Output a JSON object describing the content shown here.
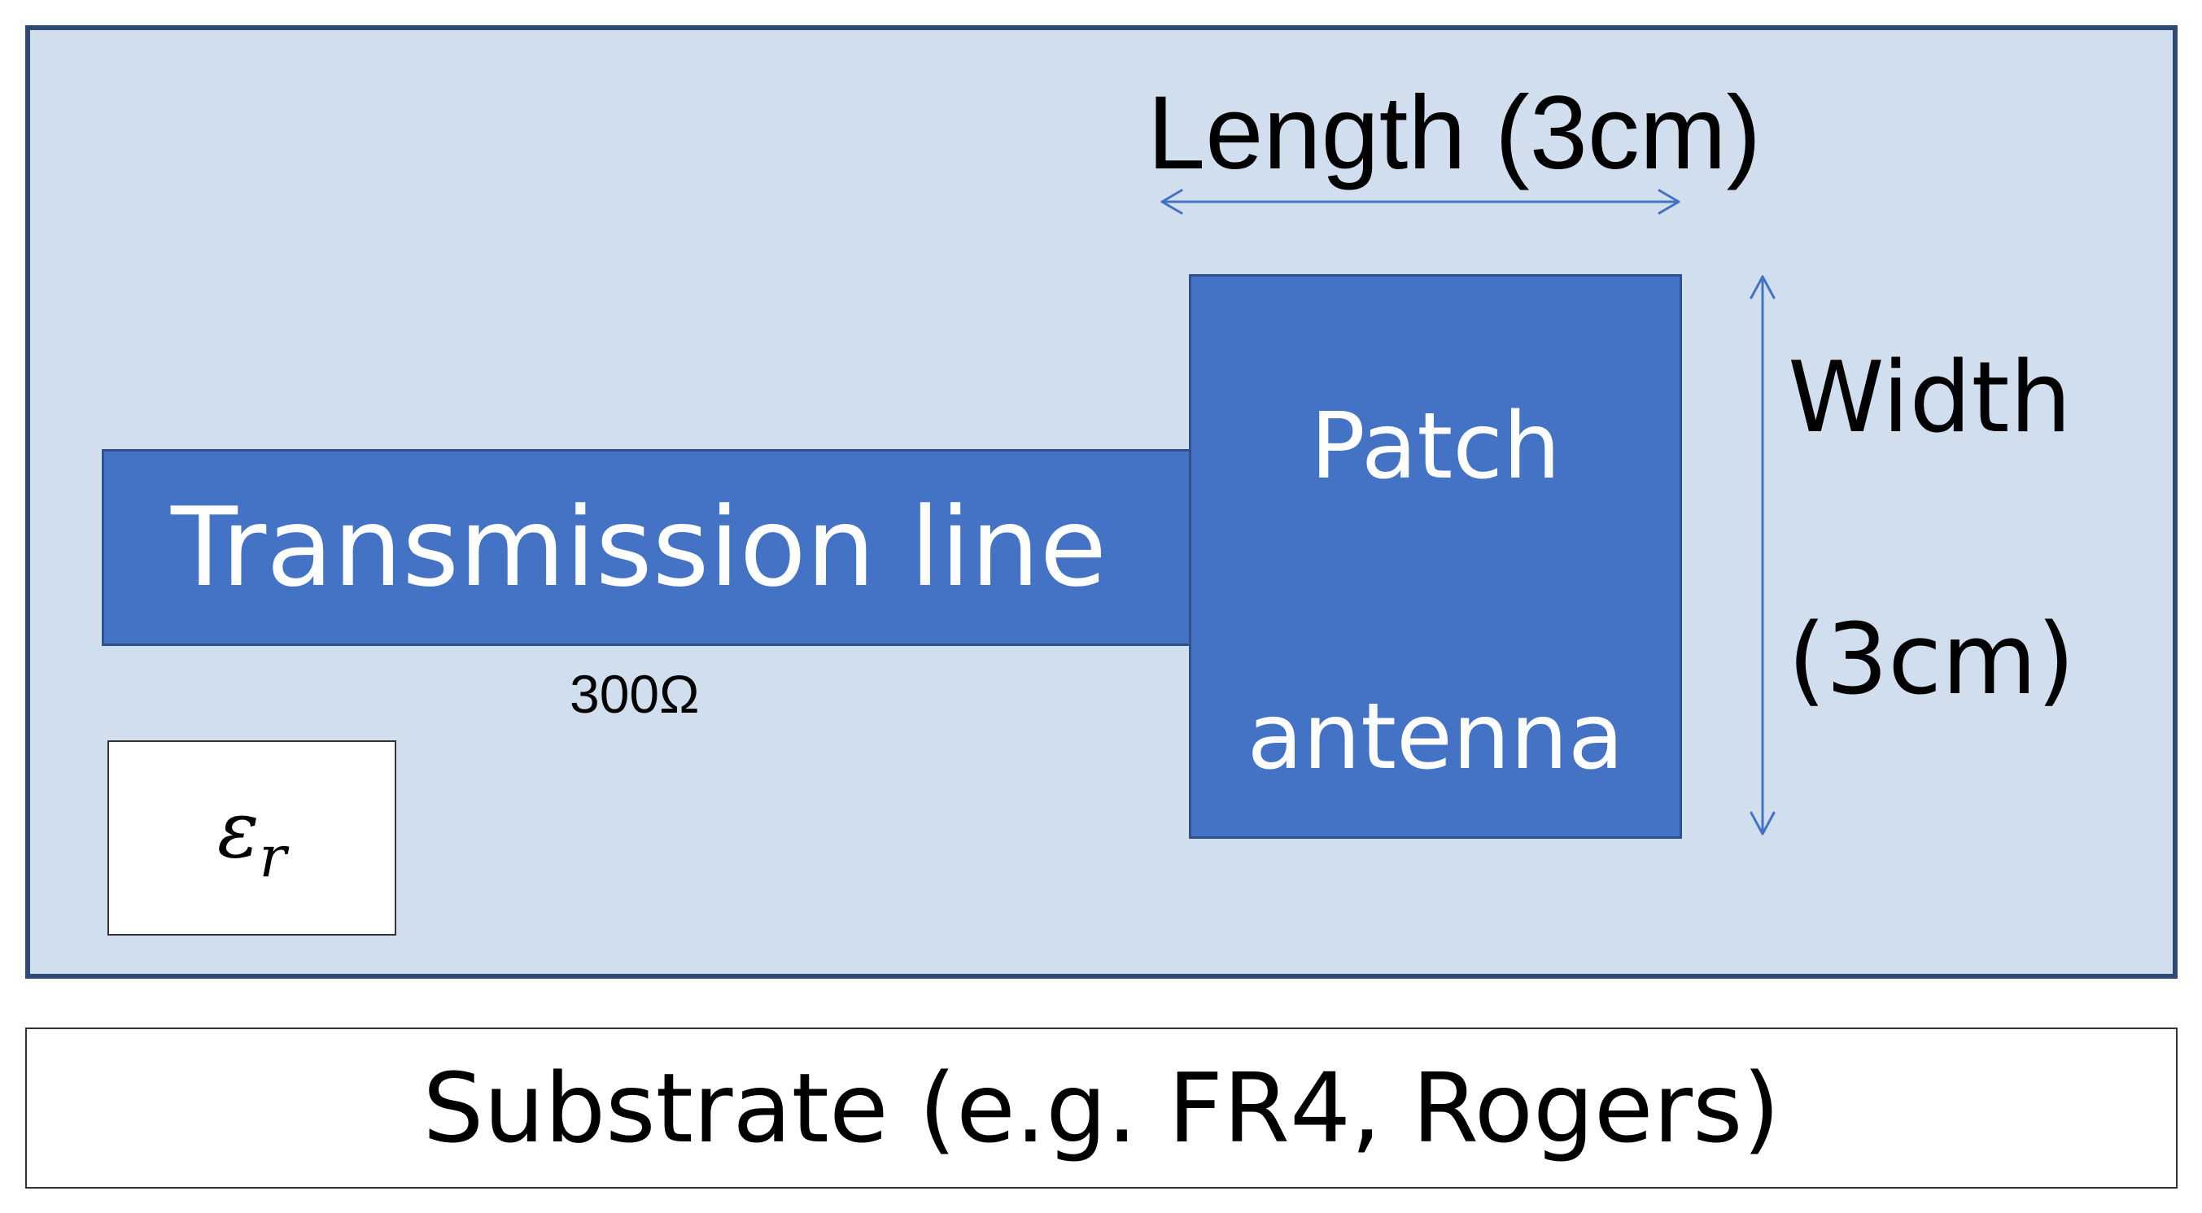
{
  "diagram": {
    "transmission_line": {
      "label": "Transmission line",
      "impedance": "300Ω"
    },
    "patch": {
      "line1": "Patch",
      "line2": "antenna"
    },
    "length": {
      "label": "Length (3cm)"
    },
    "width": {
      "label": "Width",
      "value": "(3cm)"
    },
    "permittivity": {
      "symbol": "ε",
      "subscript": "r"
    },
    "substrate": {
      "caption": "Substrate (e.g. FR4, Rogers)"
    }
  },
  "colors": {
    "panel_fill": "#d0deee",
    "panel_border": "#2c4a72",
    "metal_fill": "#4472c4",
    "arrow_color": "#4472c4"
  }
}
